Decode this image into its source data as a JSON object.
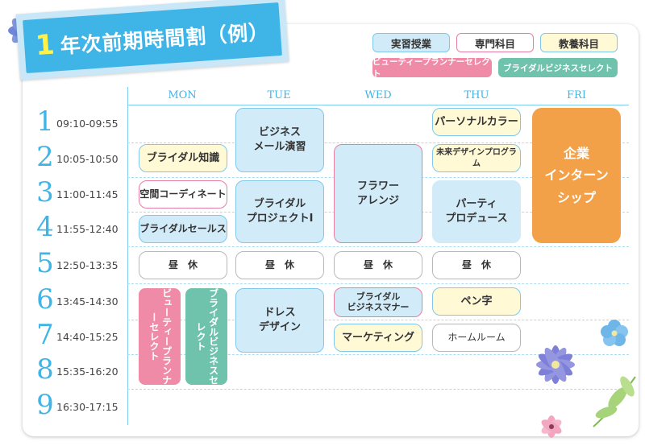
{
  "title": {
    "number": "1",
    "text": "年次前期時間割（例）"
  },
  "legend": {
    "practical": "実習授業",
    "specialized": "専門科目",
    "general": "教養科目",
    "beauty_planner": "ビューティープランナーセレクト",
    "bridal_business": "ブライダルビジネスセレクト"
  },
  "colors": {
    "accent_blue": "#3fb4e6",
    "practical_fill": "#d2ebf8",
    "specialized_border": "#e57ea3",
    "general_fill": "#fff9d6",
    "beauty_planner": "#ef8aa7",
    "bridal_business": "#6fc2ac",
    "internship": "#f3a149"
  },
  "days": [
    "MON",
    "TUE",
    "WED",
    "THU",
    "FRI"
  ],
  "periods": [
    {
      "num": "1",
      "time": "09:10-09:55"
    },
    {
      "num": "2",
      "time": "10:05-10:50"
    },
    {
      "num": "3",
      "time": "11:00-11:45"
    },
    {
      "num": "4",
      "time": "11:55-12:40"
    },
    {
      "num": "5",
      "time": "12:50-13:35"
    },
    {
      "num": "6",
      "time": "13:45-14:30"
    },
    {
      "num": "7",
      "time": "14:40-15:25"
    },
    {
      "num": "8",
      "time": "15:35-16:20"
    },
    {
      "num": "9",
      "time": "16:30-17:15"
    }
  ],
  "classes": {
    "mon_bridal_knowledge": "ブライダル知識",
    "mon_space_coordinate": "空間コーディネート",
    "mon_bridal_sales": "ブライダルセールス",
    "mon_lunch": "昼　休",
    "mon_beauty_planner_select": "ビューティープランナーセレクト",
    "mon_bridal_business_select": "ブライダルビジネスセレクト",
    "tue_business_mail": "ビジネス\nメール演習",
    "tue_bridal_project": "ブライダル\nプロジェクトⅠ",
    "tue_lunch": "昼　休",
    "tue_dress_design": "ドレス\nデザイン",
    "wed_flower_arrange": "フラワー\nアレンジ",
    "wed_lunch": "昼　休",
    "wed_bridal_business_manner": "ブライダル\nビジネスマナー",
    "wed_marketing": "マーケティング",
    "thu_personal_color": "パーソナルカラー",
    "thu_future_design": "未来デザインプログラム",
    "thu_party_produce": "パーティ\nプロデュース",
    "thu_lunch": "昼　休",
    "thu_pen_calligraphy": "ペン字",
    "thu_homeroom": "ホームルーム",
    "fri_internship": "企業\nインターン\nシップ"
  }
}
